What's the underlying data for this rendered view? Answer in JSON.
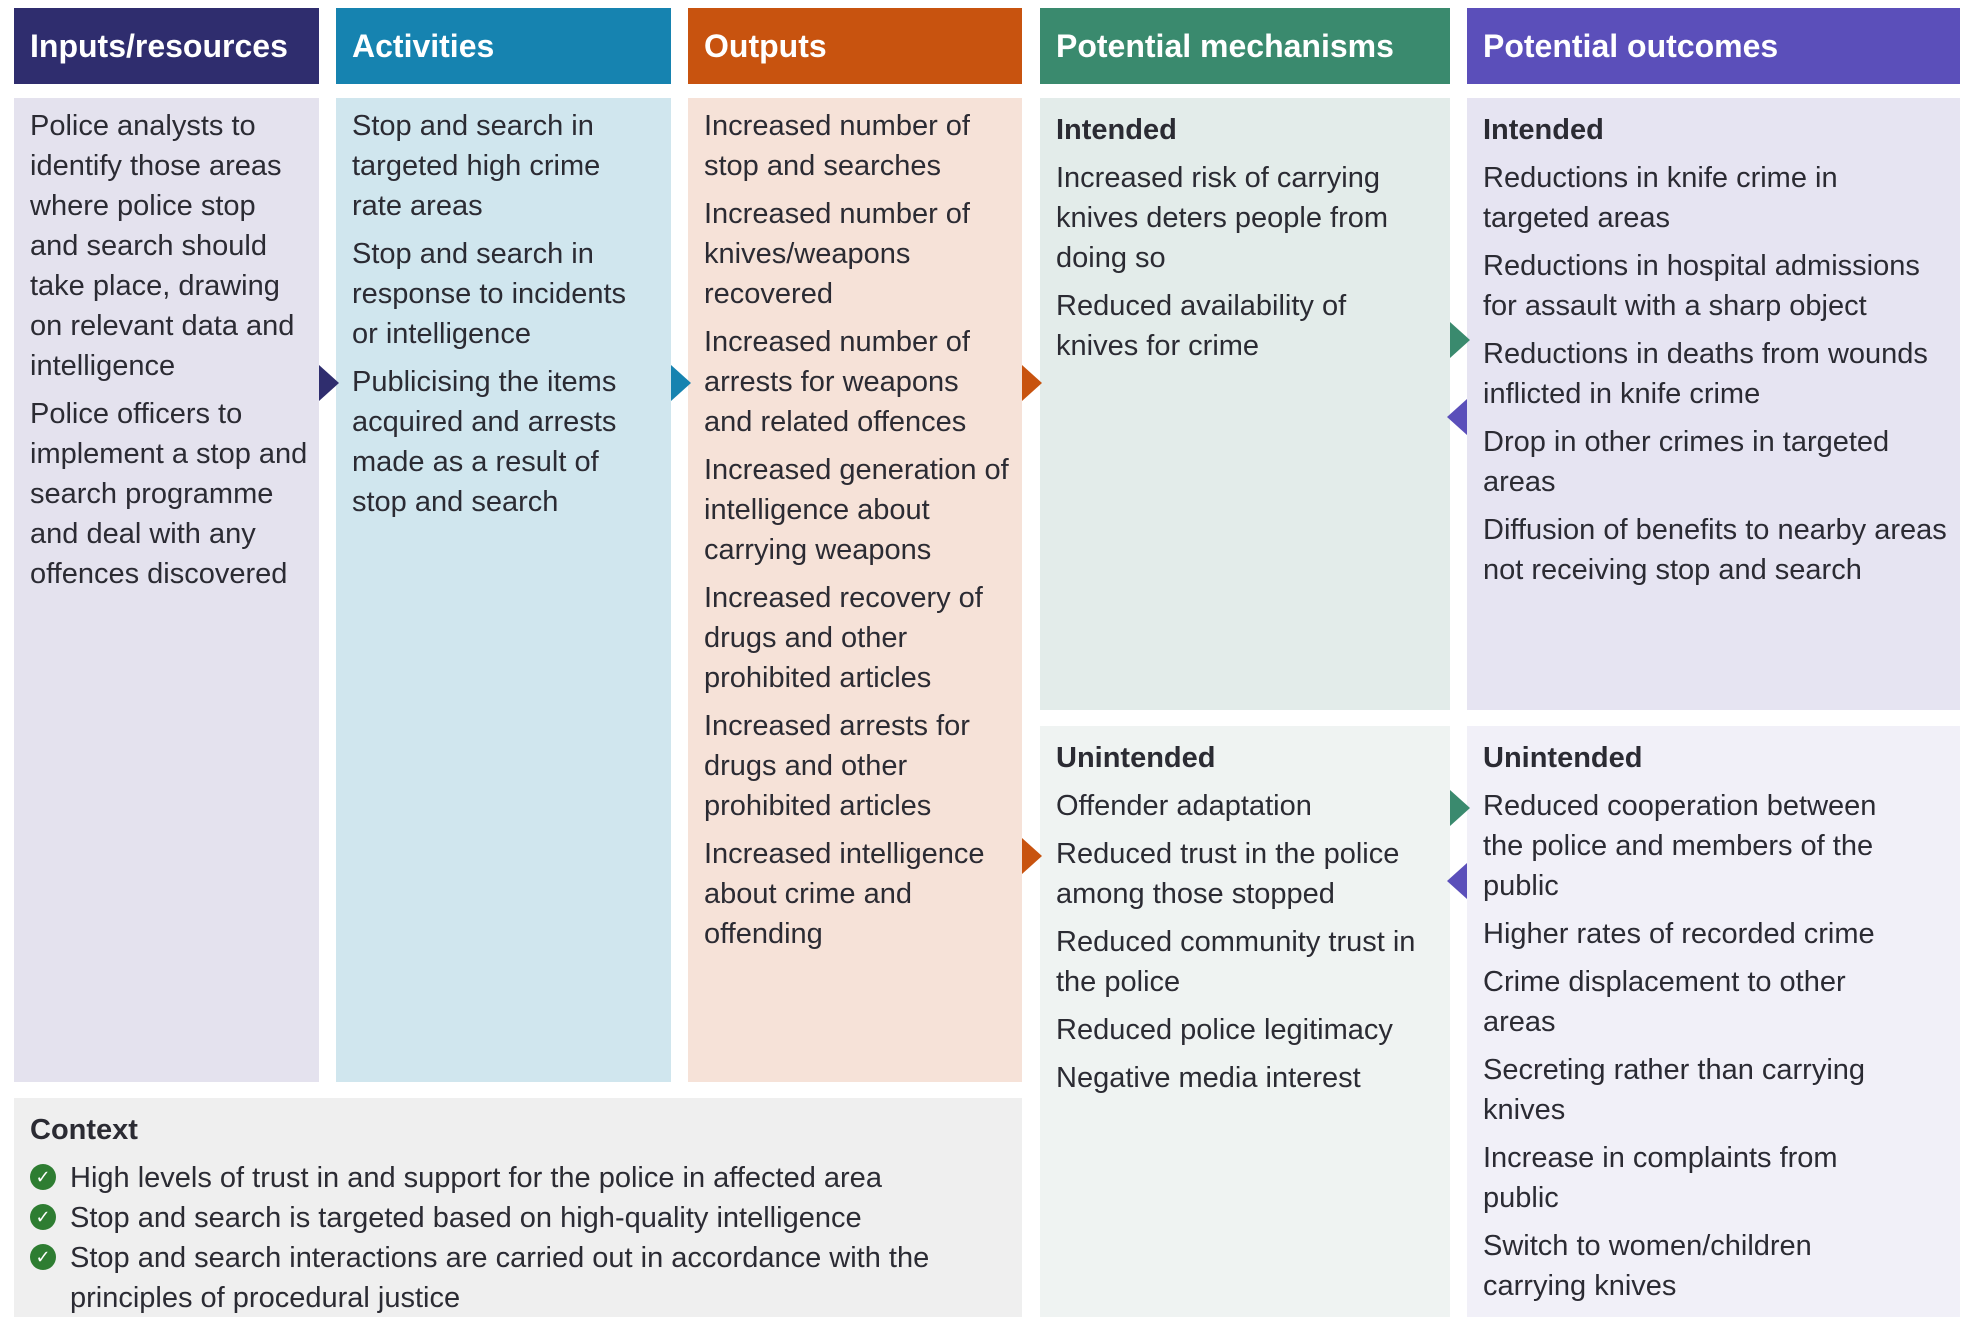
{
  "colors": {
    "inputs": "#2f2d6e",
    "activities": "#1683b0",
    "outputs": "#c8530f",
    "mechanisms": "#3a8a6e",
    "outcomes": "#5b4fba",
    "inputs_bg": "#e4e2ee",
    "activities_bg": "#d0e6ee",
    "outputs_bg": "#f6e2d8",
    "mechanisms_bg": "#e3ecea",
    "mechanisms_bg2": "#eff3f2",
    "outcomes_bg": "#e6e4f2",
    "outcomes_bg2": "#f1f0f8",
    "context_bg": "#efefef",
    "check": "#2e7d32"
  },
  "headers": {
    "inputs": "Inputs/resources",
    "activities": "Activities",
    "outputs": "Outputs",
    "mechanisms": "Potential mechanisms",
    "outcomes": "Potential outcomes"
  },
  "inputs": {
    "items": [
      "Police analysts to identify those areas where police stop and search should take place, drawing on relevant data and intelligence",
      "Police officers to implement a stop and search programme and deal with any offences discovered"
    ]
  },
  "activities": {
    "items": [
      "Stop and search in targeted high crime rate areas",
      "Stop and search in response to incidents or intelligence",
      "Publicising the items acquired and arrests made as a result of stop and search"
    ]
  },
  "outputs": {
    "items": [
      "Increased number of stop and searches",
      "Increased number of knives/weapons recovered",
      "Increased number of arrests for weapons and related offences",
      "Increased generation of intelligence about carrying weapons",
      "Increased recovery of drugs and other prohibited articles",
      "Increased arrests for drugs and other prohibited articles",
      "Increased intelligence about crime and offending"
    ]
  },
  "mechanisms": {
    "intended_label": "Intended",
    "intended": [
      "Increased risk of carrying knives deters people from doing so",
      "Reduced availability of knives for crime"
    ],
    "unintended_label": "Unintended",
    "unintended": [
      "Offender adaptation",
      "Reduced trust in the police among those stopped",
      "Reduced community trust in the police",
      "Reduced police legitimacy",
      "Negative media interest"
    ]
  },
  "outcomes": {
    "intended_label": "Intended",
    "intended": [
      "Reductions in knife crime in targeted areas",
      "Reductions in hospital admissions for assault with a sharp object",
      "Reductions in deaths from wounds inflicted in knife crime",
      "Drop in other crimes in targeted areas",
      "Diffusion of benefits to nearby areas not receiving stop and search"
    ],
    "unintended_label": "Unintended",
    "unintended": [
      "Reduced cooperation between the police and members of the public",
      "Higher rates of recorded crime",
      "Crime displacement to other areas",
      "Secreting rather than carrying knives",
      "Increase in complaints from public",
      "Switch to women/children carrying knives"
    ]
  },
  "context": {
    "title": "Context",
    "items": [
      "High levels of trust in and support for the police in affected area",
      "Stop and search is targeted based on high-quality intelligence",
      "Stop and search interactions are carried out in accordance with the principles of procedural justice"
    ]
  }
}
